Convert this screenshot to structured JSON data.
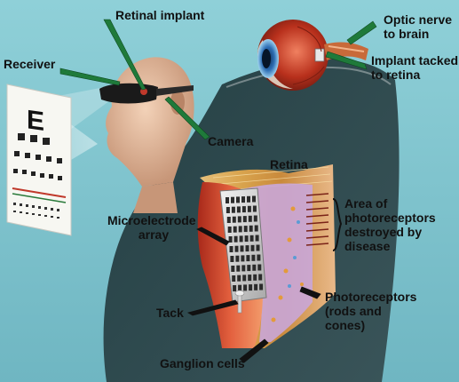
{
  "labels": {
    "retinal_implant": "Retinal implant",
    "receiver": "Receiver",
    "camera": "Camera",
    "optic_nerve_line1": "Optic nerve",
    "optic_nerve_line2": "to brain",
    "implant_tacked_line1": "Implant tacked",
    "implant_tacked_line2": "to retina",
    "retina": "Retina",
    "microelectrode_line1": "Microelectrode",
    "microelectrode_line2": "array",
    "area_line1": "Area of",
    "area_line2": "photoreceptors",
    "area_line3": "destroyed by",
    "area_line4": "disease",
    "photoreceptors_line1": "Photoreceptors",
    "photoreceptors_line2": "(rods and",
    "photoreceptors_line3": "cones)",
    "tack": "Tack",
    "ganglion": "Ganglion cells"
  },
  "eye_chart_letter": "E",
  "colors": {
    "background": "#7fc3cc",
    "pointer_green": "#1f7a3a",
    "retina_red": "#d8452a",
    "eyeball_red": "#b8301c"
  }
}
